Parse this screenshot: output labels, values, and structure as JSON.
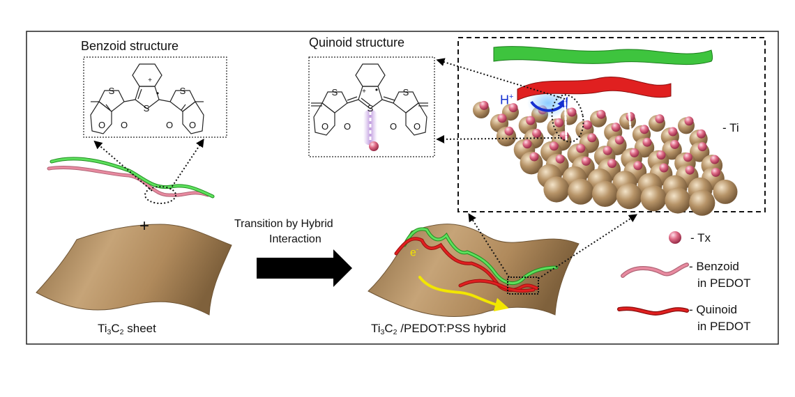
{
  "labels": {
    "benzoid_structure": "Benzoid structure",
    "quinoid_structure": "Quinoid structure",
    "plus": "+",
    "transition_line1": "Transition by Hybrid",
    "transition_line2": "Interaction",
    "sheet_prefix": "Ti",
    "sheet_sub1": "3",
    "sheet_mid": "C",
    "sheet_sub2": "2",
    "sheet_suffix": " sheet",
    "hybrid_prefix": "Ti",
    "hybrid_sub1": "3",
    "hybrid_mid": "C",
    "hybrid_sub2": "2",
    "hybrid_suffix": " /PEDOT:PSS hybrid",
    "proton_base": "H",
    "proton_sup": "+",
    "electron_base": "e",
    "electron_sup": "-",
    "ti_legend": "- Ti",
    "tx_legend": "- Tx",
    "benzoid_legend_1": "- Benzoid",
    "benzoid_legend_2": "in PEDOT",
    "quinoid_legend_1": "- Quinoid",
    "quinoid_legend_2": "in PEDOT"
  },
  "chem": {
    "sulfur": "S",
    "oxygen": "O",
    "plus_charge": "+",
    "radical": "•"
  },
  "colors": {
    "ti_atom": "#a8875e",
    "tx_atom": "#d9667f",
    "mxene_sheet": "#b48f63",
    "benzoid_chain": "#e88aa0",
    "quinoid_chain": "#e02020",
    "pss_chain": "#3ec43e",
    "electron_path": "#f2e600",
    "proton_arrow": "#1530d0",
    "interaction_glow": "#b48ad8",
    "arrow": "#000000"
  }
}
